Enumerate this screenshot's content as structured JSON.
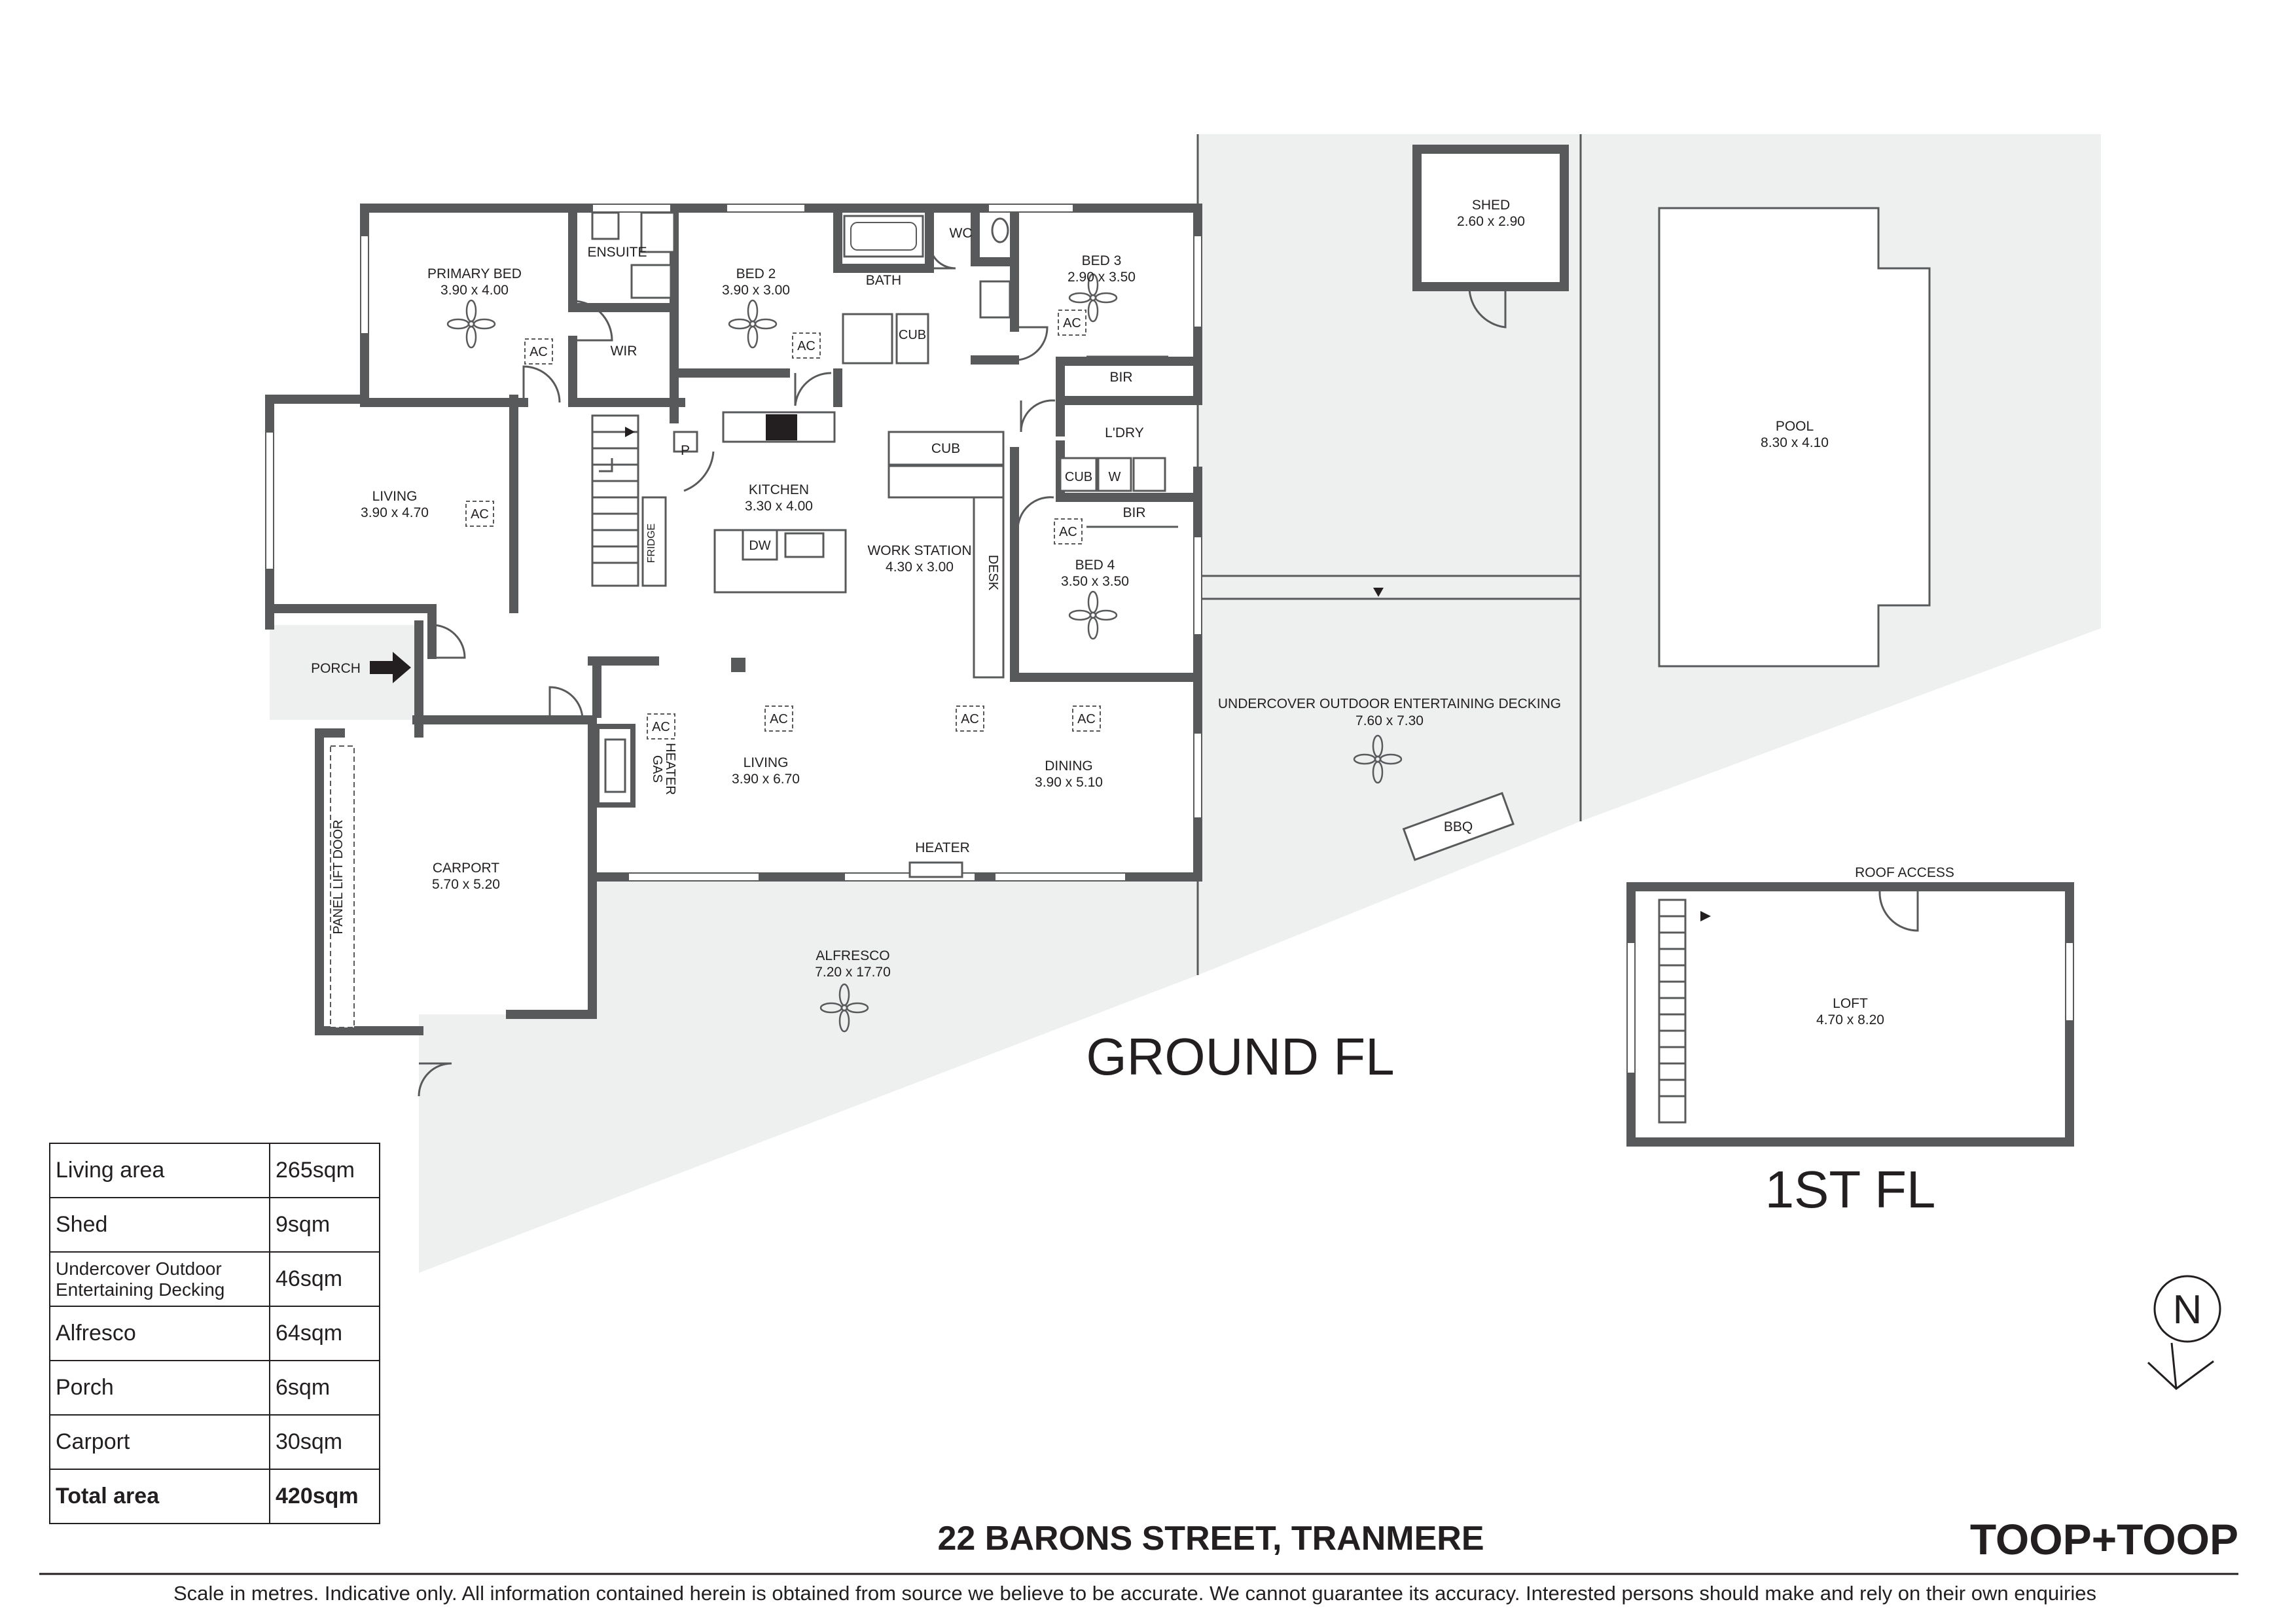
{
  "address": "22 BARONS STREET, TRANMERE",
  "brand": "TOOP+TOOP",
  "disclaimer": "Scale in metres. Indicative only. All information contained herein is obtained from source we believe to be accurate. We cannot guarantee its accuracy. Interested persons should make and rely on their own enquiries",
  "floor_titles": {
    "ground": "GROUND FL",
    "first": "1ST FL"
  },
  "north": "N",
  "rooms": {
    "primary_bed": {
      "name": "PRIMARY BED",
      "dims": "3.90 x 4.00"
    },
    "ensuite": {
      "name": "ENSUITE"
    },
    "wir": {
      "name": "WIR"
    },
    "bed2": {
      "name": "BED 2",
      "dims": "3.90 x 3.00"
    },
    "bath": {
      "name": "BATH"
    },
    "wc": {
      "name": "WC"
    },
    "cub_bath": {
      "name": "CUB"
    },
    "bed3": {
      "name": "BED 3",
      "dims": "2.90 x 3.50"
    },
    "bir3": {
      "name": "BIR"
    },
    "living_front": {
      "name": "LIVING",
      "dims": "3.90 x 4.70"
    },
    "pantry": {
      "name": "P"
    },
    "kitchen": {
      "name": "KITCHEN",
      "dims": "3.30 x 4.00"
    },
    "cub_kitchen": {
      "name": "CUB"
    },
    "work_station": {
      "name": "WORK STATION",
      "dims": "4.30 x 3.00"
    },
    "laundry": {
      "name": "L'DRY"
    },
    "cub_laundry": {
      "name": "CUB"
    },
    "washer": {
      "name": "W"
    },
    "bir4": {
      "name": "BIR"
    },
    "bed4": {
      "name": "BED 4",
      "dims": "3.50 x 3.50"
    },
    "dw": {
      "name": "DW"
    },
    "fridge": {
      "name": "FRIDGE"
    },
    "desk": {
      "name": "DESK"
    },
    "porch": {
      "name": "PORCH"
    },
    "living_main": {
      "name": "LIVING",
      "dims": "3.90 x 6.70"
    },
    "dining": {
      "name": "DINING",
      "dims": "3.90 x 5.10"
    },
    "gas_heater": {
      "line1": "GAS",
      "line2": "HEATER"
    },
    "heater": {
      "name": "HEATER"
    },
    "carport": {
      "name": "CARPORT",
      "dims": "5.70 x 5.20"
    },
    "panel_lift_door": {
      "name": "PANEL LIFT DOOR"
    },
    "alfresco": {
      "name": "ALFRESCO",
      "dims": "7.20 x 17.70"
    },
    "shed": {
      "name": "SHED",
      "dims": "2.60 x 2.90"
    },
    "pool": {
      "name": "POOL",
      "dims": "8.30 x 4.10"
    },
    "decking": {
      "name": "UNDERCOVER OUTDOOR ENTERTAINING DECKING",
      "dims": "7.60 x 7.30"
    },
    "bbq": {
      "name": "BBQ"
    },
    "roof_access": {
      "name": "ROOF ACCESS"
    },
    "loft": {
      "name": "LOFT",
      "dims": "4.70 x 8.20"
    }
  },
  "ac_label": "AC",
  "areas": [
    {
      "label": "Living area",
      "value": "265sqm"
    },
    {
      "label": "Shed",
      "value": "9sqm"
    },
    {
      "label": "Undercover Outdoor Entertaining Decking",
      "value": "46sqm"
    },
    {
      "label": "Alfresco",
      "value": "64sqm"
    },
    {
      "label": "Porch",
      "value": "6sqm"
    },
    {
      "label": "Carport",
      "value": "30sqm"
    },
    {
      "label": "Total area",
      "value": "420sqm"
    }
  ]
}
